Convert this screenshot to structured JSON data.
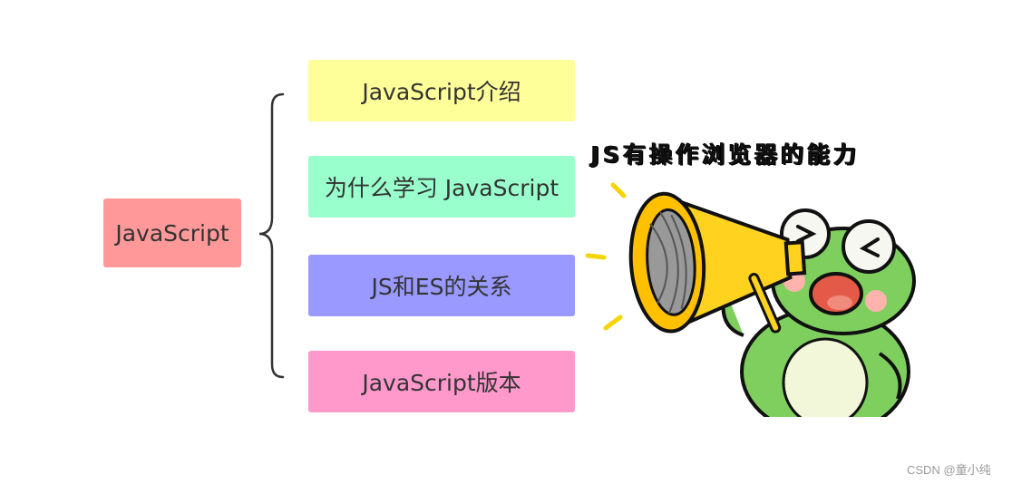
{
  "diagram": {
    "root": {
      "label": "JavaScript",
      "color": "#ff9999"
    },
    "children": [
      {
        "label": "JavaScript介绍",
        "color": "#ffff99"
      },
      {
        "label": "为什么学习 JavaScript",
        "color": "#99ffcc"
      },
      {
        "label": "JS和ES的关系",
        "color": "#9999ff"
      },
      {
        "label": "JavaScript版本",
        "color": "#ff99cc"
      }
    ],
    "bracket_color": "#333333"
  },
  "illustration": {
    "caption": "JS有操作浏览器的能力",
    "subject_icon": "frog-megaphone-icon"
  },
  "watermark": "CSDN @童小纯"
}
